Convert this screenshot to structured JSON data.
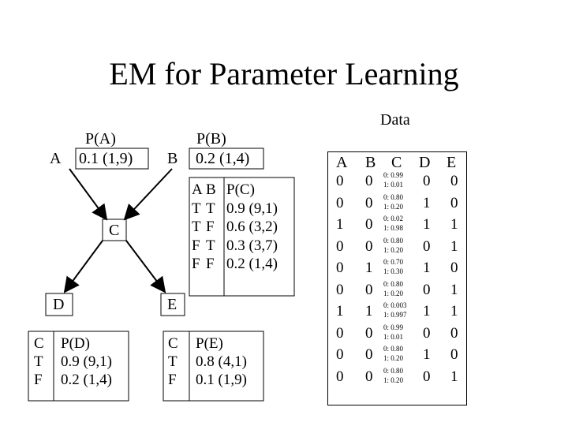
{
  "title": "EM for Parameter Learning",
  "nodes": {
    "A": {
      "label": "A",
      "cpt_header": "P(A)",
      "cpt_value": "0.1 (1,9)"
    },
    "B": {
      "label": "B",
      "cpt_header": "P(B)",
      "cpt_value": "0.2 (1,4)"
    },
    "C": {
      "label": "C"
    },
    "D": {
      "label": "D"
    },
    "E": {
      "label": "E"
    }
  },
  "cpt_c": {
    "header": [
      "A",
      "B",
      "P(C)"
    ],
    "rows": [
      [
        "T",
        "T",
        "0.9 (9,1)"
      ],
      [
        "T",
        "F",
        "0.6 (3,2)"
      ],
      [
        "F",
        "T",
        "0.3 (3,7)"
      ],
      [
        "F",
        "F",
        "0.2 (1,4)"
      ]
    ]
  },
  "cpt_d": {
    "header": [
      "C",
      "P(D)"
    ],
    "rows": [
      [
        "T",
        "0.9 (9,1)"
      ],
      [
        "F",
        "0.2 (1,4)"
      ]
    ]
  },
  "cpt_e": {
    "header": [
      "C",
      "P(E)"
    ],
    "rows": [
      [
        "T",
        "0.8 (4,1)"
      ],
      [
        "F",
        "0.1 (1,9)"
      ]
    ]
  },
  "data": {
    "label": "Data",
    "columns": [
      "A",
      "B",
      "C",
      "D",
      "E"
    ],
    "rows": [
      {
        "A": "0",
        "B": "0",
        "C0": "0: 0.99",
        "C1": "1: 0.01",
        "D": "0",
        "E": "0"
      },
      {
        "A": "0",
        "B": "0",
        "C0": "0: 0.80",
        "C1": "1: 0.20",
        "D": "1",
        "E": "0"
      },
      {
        "A": "1",
        "B": "0",
        "C0": "0: 0.02",
        "C1": "1: 0.98",
        "D": "1",
        "E": "1"
      },
      {
        "A": "0",
        "B": "0",
        "C0": "0: 0.80",
        "C1": "1: 0.20",
        "D": "0",
        "E": "1"
      },
      {
        "A": "0",
        "B": "1",
        "C0": "0: 0.70",
        "C1": "1: 0.30",
        "D": "1",
        "E": "0"
      },
      {
        "A": "0",
        "B": "0",
        "C0": "0: 0.80",
        "C1": "1: 0.20",
        "D": "0",
        "E": "1"
      },
      {
        "A": "1",
        "B": "1",
        "C0": "0: 0.003",
        "C1": "1: 0.997",
        "D": "1",
        "E": "1"
      },
      {
        "A": "0",
        "B": "0",
        "C0": "0: 0.99",
        "C1": "1: 0.01",
        "D": "0",
        "E": "0"
      },
      {
        "A": "0",
        "B": "0",
        "C0": "0: 0.80",
        "C1": "1: 0.20",
        "D": "1",
        "E": "0"
      },
      {
        "A": "0",
        "B": "0",
        "C0": "0: 0.80",
        "C1": "1: 0.20",
        "D": "0",
        "E": "1"
      }
    ]
  }
}
